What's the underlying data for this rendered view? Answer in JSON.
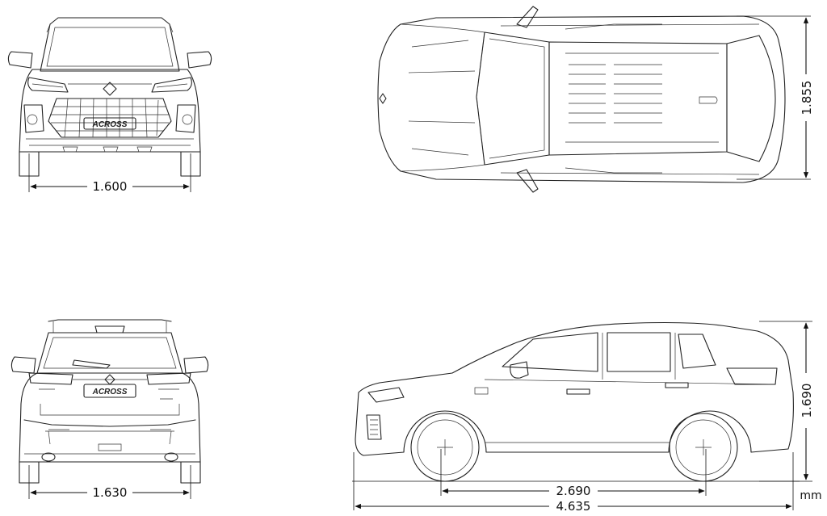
{
  "dimensions": {
    "front_track": "1.600",
    "overall_width": "1.855",
    "rear_track": "1.630",
    "overall_height": "1.690",
    "wheelbase": "2.690",
    "overall_length": "4.635",
    "unit": "mm"
  },
  "badges": {
    "front_model": "ACROSS",
    "rear_model": "ACROSS"
  },
  "colors": {
    "line": "#222222",
    "background": "#ffffff"
  }
}
